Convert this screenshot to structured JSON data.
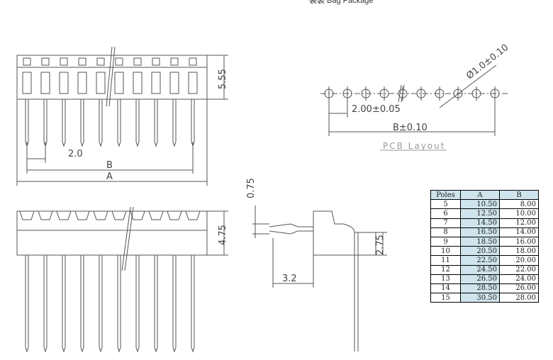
{
  "package_label": "袋装 Bag Package",
  "dimensions": {
    "height_top": "5.55",
    "pitch": "2.0",
    "b": "B",
    "a": "A",
    "height_front": "4.75",
    "side_thickness": "0.75",
    "side_height": "2.75",
    "side_length": "3.2"
  },
  "pcb_layout": {
    "hole_dia": "Ø1.0±0.10",
    "pitch": "2.00±0.05",
    "b_tol": "B±0.10",
    "title": "PCB Layout"
  },
  "table": {
    "headers": [
      "Poles",
      "A",
      "B"
    ],
    "rows": [
      [
        "5",
        "10.50",
        "8.00"
      ],
      [
        "6",
        "12.50",
        "10.00"
      ],
      [
        "7",
        "14.50",
        "12.00"
      ],
      [
        "8",
        "16.50",
        "14.00"
      ],
      [
        "9",
        "18.50",
        "16.00"
      ],
      [
        "10",
        "20.50",
        "18.00"
      ],
      [
        "11",
        "22.50",
        "20.00"
      ],
      [
        "12",
        "24.50",
        "22.00"
      ],
      [
        "13",
        "26.50",
        "24.00"
      ],
      [
        "14",
        "28.50",
        "26.00"
      ],
      [
        "15",
        "30.50",
        "28.00"
      ]
    ]
  }
}
